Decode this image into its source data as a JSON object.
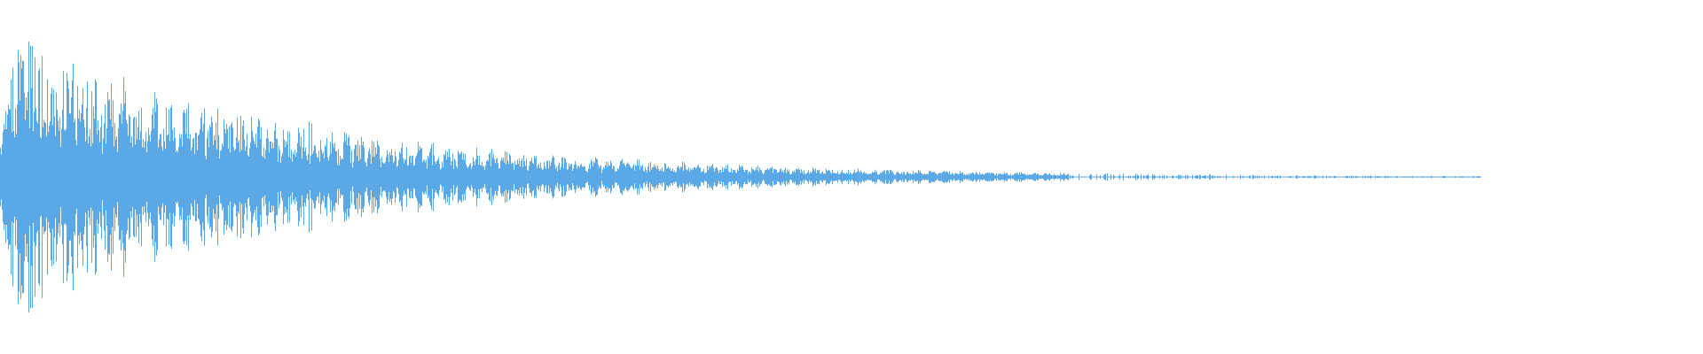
{
  "waveform": {
    "color": "#5aa9e6",
    "background": "#ffffff",
    "shape": "percussive decay (sharp attack, exponential release)",
    "peak_amplitude": 1.0,
    "tail_amplitude": 0.0
  }
}
